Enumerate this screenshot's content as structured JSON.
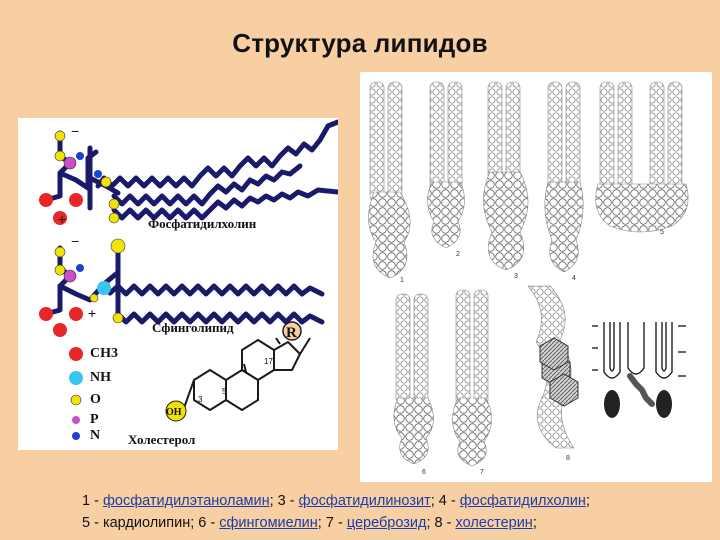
{
  "title": "Структура липидов",
  "left_panel": {
    "label_pc": "Фосфатидилхолин",
    "label_sph": "Сфинголипид",
    "label_chol": "Холестерол",
    "r_label": "R",
    "oh_label": "OH",
    "num_17": "17",
    "num_3": "3",
    "num_5": "5",
    "plus1": "+",
    "minus1": "−",
    "plus2": "+",
    "minus2": "−",
    "legend": [
      {
        "label": "CH3",
        "color": "#e8262a"
      },
      {
        "label": "NH",
        "color": "#38c6f0"
      },
      {
        "label": "O",
        "color": "#f1e400"
      },
      {
        "label": "P",
        "color": "#c84fc8"
      },
      {
        "label": "N",
        "color": "#1e3fd0"
      }
    ]
  },
  "right_panel": {
    "numbers": [
      "1",
      "2",
      "3",
      "4",
      "5",
      "6",
      "7",
      "8"
    ]
  },
  "caption": {
    "n1": "1 - ",
    "l1": "фосфатидилэтаноламин",
    "s1": "; 3 - ",
    "l3": "фосфатидилинозит",
    "s3": "; 4 - ",
    "l4": "фосфатидилхолин",
    "s4": ";",
    "n5": "5 - кардиолипин; 6 - ",
    "l6": "сфингомиелин",
    "s6": "; 7 - ",
    "l7": "цереброзид",
    "s7": "; 8 - ",
    "l8": "холестерин",
    "s8": ";"
  }
}
